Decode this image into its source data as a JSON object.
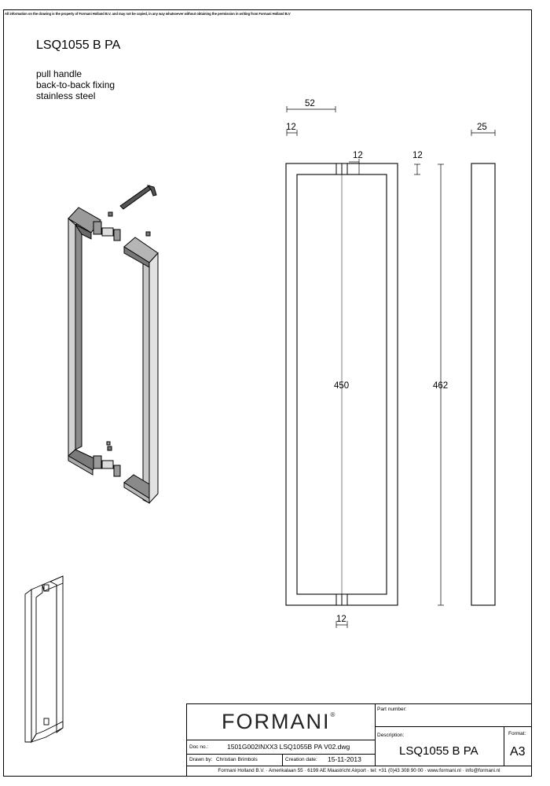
{
  "sheet": {
    "notice": "All information on the drawing is the property of Formani Holland B.V. and may not be copied, in any way whatsoever without obtaining the permission in writing from Formani Holland B.V",
    "product_code": "LSQ1055 B PA",
    "description_lines": [
      "pull handle",
      "back-to-back fixing",
      "stainless steel"
    ]
  },
  "dimensions": {
    "width_overall": "52",
    "wall_left": "12",
    "depth": "25",
    "bolt_top": "12",
    "post_top": "12",
    "inner_length": "450",
    "overall_length": "462",
    "bolt_bottom": "12"
  },
  "title_block": {
    "brand": "FORMANI",
    "brand_mark": "®",
    "doc_no_label": "Doc no.:",
    "doc_no": "1501G002INXX3 LSQ1055B PA V02.dwg",
    "drawn_by_label": "Drawn by:",
    "drawn_by": "Christian Brimbols",
    "creation_date_label": "Creation date:",
    "creation_date": "15-11-2013",
    "part_number_label": "Part number:",
    "description_label": "Description:",
    "description": "LSQ1055 B PA",
    "format_label": "Format:",
    "format": "A3",
    "address": "Formani Holland B.V. · Amerikalaan 55 · 6199 AE Maastricht Airport · tel: +31 (0)43 308 90 00 · www.formani.nl · info@formani.nl"
  }
}
